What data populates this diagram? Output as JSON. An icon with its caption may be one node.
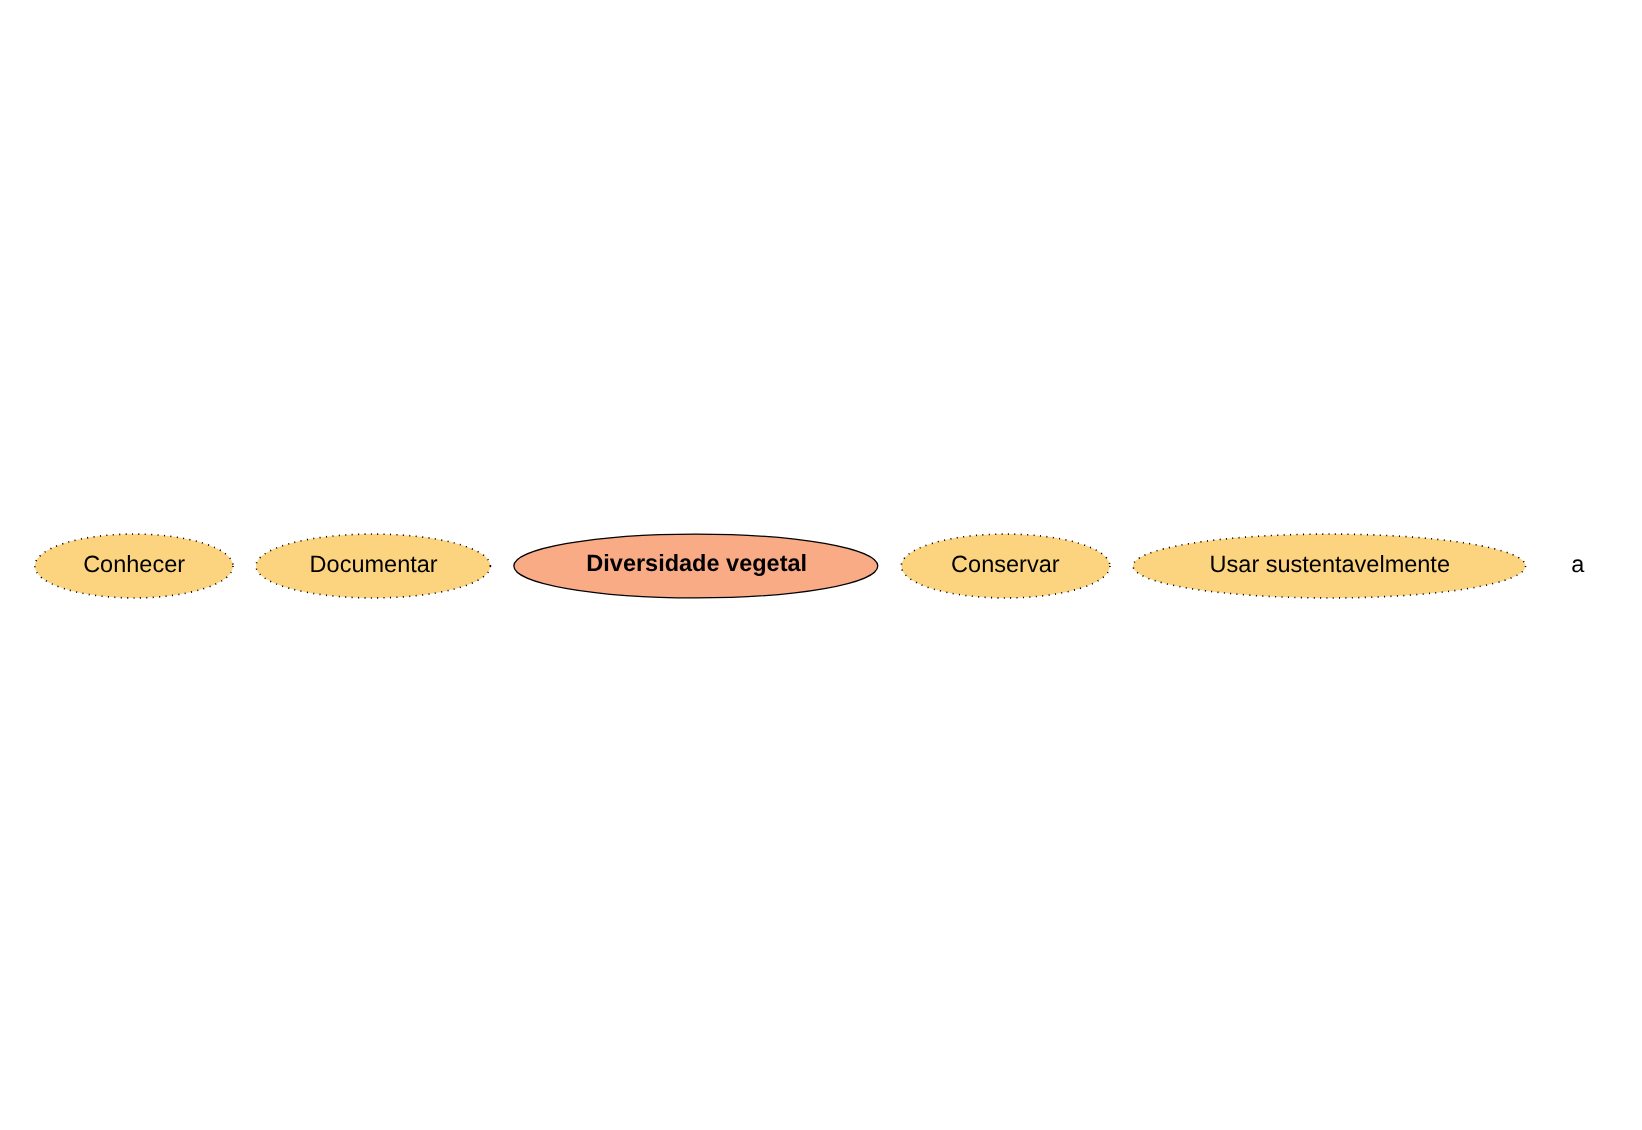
{
  "diagram": {
    "nodes": [
      {
        "text": [
          "Conhecer"
        ]
      },
      {
        "text": [
          "Documentar"
        ]
      },
      {
        "text": [
          "Diversidade vegetal"
        ]
      },
      {
        "text": [
          "Conservar"
        ]
      },
      {
        "text": [
          "Usar sustentavelmente"
        ]
      }
    ],
    "edges": [],
    "labels": [
      "a"
    ]
  }
}
